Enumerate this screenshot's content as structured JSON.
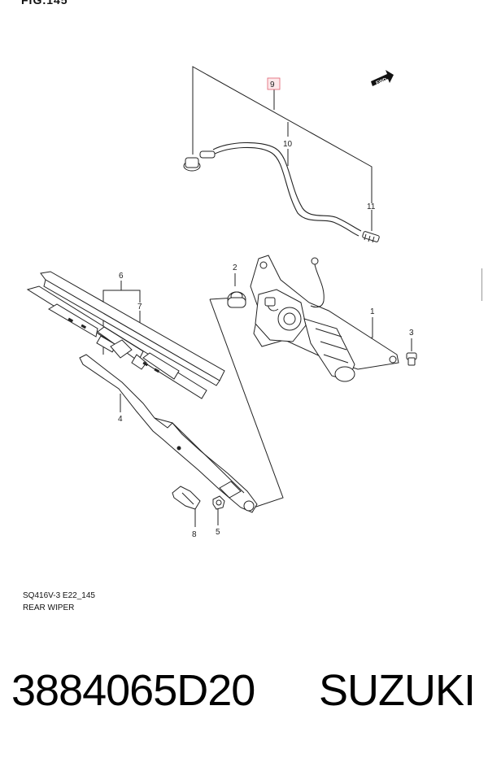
{
  "figure": {
    "label": "FIG.145",
    "drawing_code": "SQ416V-3 E22_145",
    "drawing_title": "REAR WIPER",
    "direction_badge": "FWD"
  },
  "callouts": {
    "c1": "1",
    "c2": "2",
    "c3": "3",
    "c4": "4",
    "c5": "5",
    "c6": "6",
    "c7": "7",
    "c8": "8",
    "c9": "9",
    "c10": "10",
    "c11": "11"
  },
  "highlight_color": "#e06070",
  "product": {
    "part_number": "3884065D20",
    "brand": "SUZUKI"
  }
}
